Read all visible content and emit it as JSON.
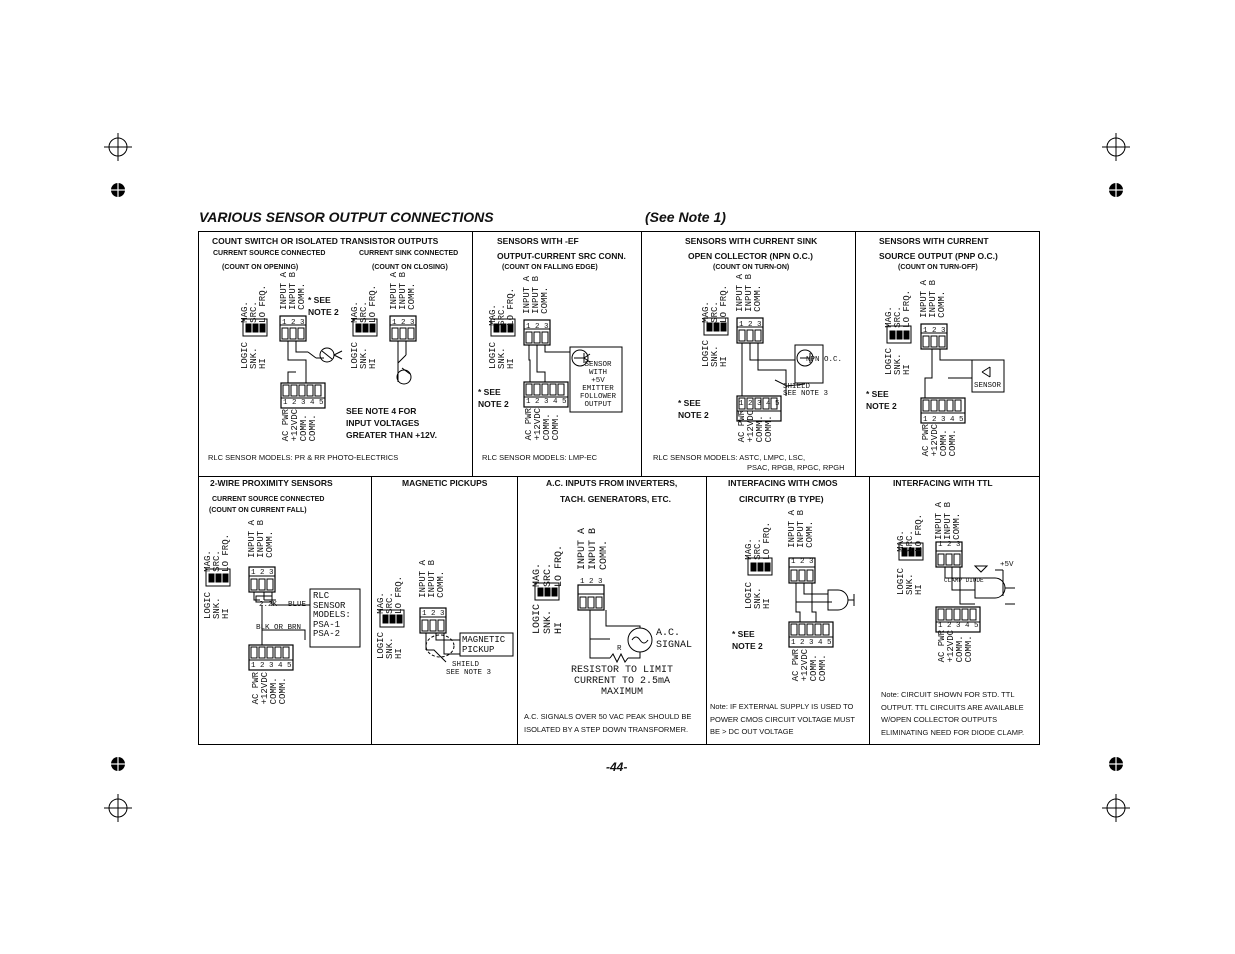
{
  "title": "VARIOUS SENSOR OUTPUT CONNECTIONS",
  "see_note": "(See Note 1)",
  "page_number": "-44-",
  "common": {
    "mag": "MAG.",
    "src": "SRC.",
    "lofrq": "LO FRQ.",
    "logic": "LOGIC",
    "snk": "SNK.",
    "hi": "HI",
    "input_a": "INPUT A",
    "input_b": "INPUT B",
    "comm": "COMM.",
    "acpwr": "AC PWR",
    "v12": "+12VDC",
    "t3": "1 2 3",
    "t5": "1 2 3 4 5",
    "see_note2_a": "* SEE",
    "see_note2_b": "NOTE 2"
  },
  "p1": {
    "title": "COUNT SWITCH OR ISOLATED TRANSISTOR OUTPUTS",
    "sub1": "CURRENT SOURCE CONNECTED",
    "sub1b": "(COUNT ON OPENING)",
    "sub2": "CURRENT SINK CONNECTED",
    "sub2b": "(COUNT ON CLOSING)",
    "note4": [
      "SEE NOTE 4 FOR",
      "INPUT VOLTAGES",
      "GREATER THAN +12V."
    ],
    "models": "RLC SENSOR MODELS:  PR & RR PHOTO-ELECTRICS"
  },
  "p2": {
    "title1": "SENSORS WITH -EF",
    "title2": "OUTPUT-CURRENT SRC CONN.",
    "sub": "(COUNT ON FALLING EDGE)",
    "sensor": [
      "SENSOR",
      "WITH",
      "+5V",
      "EMITTER",
      "FOLLOWER",
      "OUTPUT"
    ],
    "models": "RLC SENSOR MODELS:  LMP-EC"
  },
  "p3": {
    "title1": "SENSORS WITH CURRENT SINK",
    "title2": "OPEN COLLECTOR (NPN O.C.)",
    "sub": "(COUNT ON TURN-ON)",
    "npn": "NPN O.C.",
    "shield": "SHIELD",
    "seenote3": "SEE NOTE 3",
    "models1": "RLC SENSOR MODELS:  ASTC, LMPC, LSC,",
    "models2": "PSAC, RPGB, RPGC, RPGH"
  },
  "p4": {
    "title1": "SENSORS WITH CURRENT",
    "title2": "SOURCE OUTPUT (PNP O.C.)",
    "sub": "(COUNT ON TURN-OFF)",
    "sensor": "SENSOR"
  },
  "p5": {
    "title": "2-WIRE PROXIMITY SENSORS",
    "sub1": "CURRENT SOURCE CONNECTED",
    "sub2": "(COUNT ON CURRENT FALL)",
    "res": "2.2K",
    "blue": "BLUE",
    "blk": "BLK OR BRN",
    "rlc": [
      "RLC",
      "SENSOR",
      "MODELS:",
      "PSA-1",
      "PSA-2"
    ]
  },
  "p6": {
    "title": "MAGNETIC PICKUPS",
    "pickup": [
      "MAGNETIC",
      "PICKUP"
    ],
    "shield": "SHIELD",
    "seenote3": "SEE NOTE 3"
  },
  "p7": {
    "title1": "A.C. INPUTS FROM INVERTERS,",
    "title2": "TACH. GENERATORS, ETC.",
    "signal": [
      "A.C.",
      "SIGNAL"
    ],
    "r": "R",
    "resistor": [
      "RESISTOR TO LIMIT",
      "CURRENT TO 2.5mA",
      "MAXIMUM"
    ],
    "note": [
      "A.C. SIGNALS OVER 50 VAC PEAK SHOULD BE",
      "ISOLATED BY A STEP DOWN TRANSFORMER."
    ]
  },
  "p8": {
    "title1": "INTERFACING WITH CMOS",
    "title2": "CIRCUITRY (B TYPE)",
    "note": [
      "Note: IF EXTERNAL SUPPLY IS USED TO",
      "POWER CMOS CIRCUIT VOLTAGE MUST",
      "BE > DC OUT VOLTAGE"
    ]
  },
  "p9": {
    "title": "INTERFACING WITH TTL",
    "v5": "+5V",
    "clamp": "CLAMP DIODE",
    "note": [
      "Note: CIRCUIT SHOWN FOR STD. TTL",
      "OUTPUT. TTL CIRCUITS ARE AVAILABLE",
      "W/OPEN COLLECTOR OUTPUTS",
      "ELIMINATING NEED FOR DIODE CLAMP."
    ]
  }
}
